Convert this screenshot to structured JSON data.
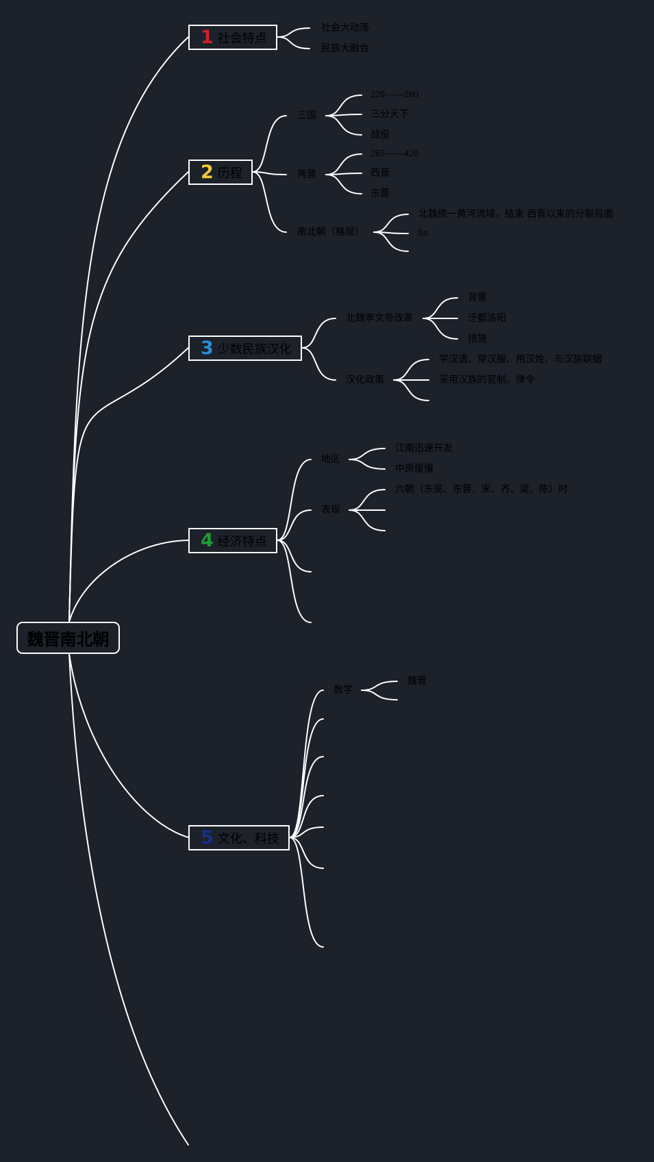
{
  "root": {
    "label": "魏晋南北朝"
  },
  "branches": [
    {
      "num": "1",
      "label": "社会特点",
      "num_color": "#d01f2a",
      "children": [
        {
          "label": "社会大动荡"
        },
        {
          "label": "民族大融合"
        }
      ]
    },
    {
      "num": "2",
      "label": "历程",
      "num_color": "#f0c93a",
      "children": [
        {
          "label": "三国",
          "children": [
            {
              "label": "220——280"
            },
            {
              "label": "三分天下"
            },
            {
              "label": "战役"
            }
          ]
        },
        {
          "label": "两晋",
          "children": [
            {
              "label": "265——420"
            },
            {
              "label": "西晋"
            },
            {
              "label": "东晋"
            }
          ]
        },
        {
          "label": "南北朝（格局）",
          "children": [
            {
              "label": "北魏统一黄河流域，结束 西晋以来的分裂局面"
            },
            {
              "label": "bn"
            },
            {
              "label": ""
            }
          ]
        }
      ]
    },
    {
      "num": "3",
      "label": "少数民族汉化",
      "num_color": "#2a8fd6",
      "children": [
        {
          "label": "北魏孝文帝改革",
          "children": [
            {
              "label": "背景"
            },
            {
              "label": "迁都洛阳"
            },
            {
              "label": "措施"
            }
          ]
        },
        {
          "label": "汉化政策",
          "children": [
            {
              "label": "学汉语、穿汉服、用汉姓、与汉族联姻"
            },
            {
              "label": "采用汉族的官制、律令"
            },
            {
              "label": ""
            }
          ]
        }
      ]
    },
    {
      "num": "4",
      "label": "经济特点",
      "num_color": "#1f9a3a",
      "children": [
        {
          "label": "地区",
          "children": [
            {
              "label": "江南迅速开发"
            },
            {
              "label": "中原缓慢"
            }
          ]
        },
        {
          "label": "表现",
          "children": [
            {
              "label": "六朝（东吴、东晋、宋、齐、梁、陈）时"
            },
            {
              "label": ""
            },
            {
              "label": ""
            }
          ]
        },
        {
          "label": ""
        },
        {
          "label": ""
        }
      ]
    },
    {
      "num": "5",
      "label": "文化、科技",
      "num_color": "#1a2e8a",
      "children": [
        {
          "label": "数学",
          "children": [
            {
              "label": "魏晋"
            },
            {
              "label": ""
            }
          ]
        },
        {
          "label": ""
        },
        {
          "label": ""
        },
        {
          "label": ""
        },
        {
          "label": ""
        },
        {
          "label": ""
        },
        {
          "label": ""
        }
      ]
    },
    {
      "num": "",
      "label": "",
      "num_color": "#ffffff",
      "children": []
    }
  ],
  "colors": {
    "background": "#1c212a",
    "line": "#ffffff",
    "text": "#000000"
  }
}
